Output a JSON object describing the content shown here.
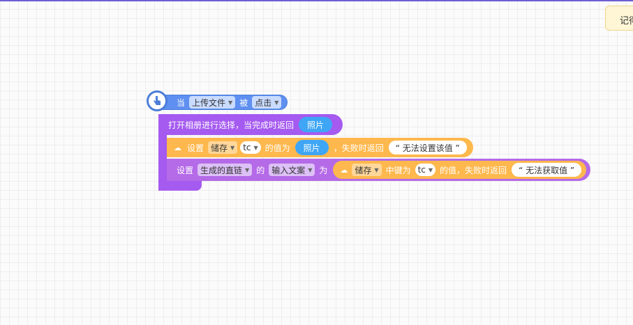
{
  "toast": {
    "text": "记得"
  },
  "hat_block": {
    "prefix": "当",
    "component_dropdown": "上传文件",
    "middle": "被",
    "event_dropdown": "点击"
  },
  "album_block": {
    "text": "打开相册进行选择，当完成时返回",
    "return_var": "照片"
  },
  "storage_set_block": {
    "prefix": "设置",
    "store_dropdown": "储存",
    "key_dropdown": "tc",
    "value_of": "的值为",
    "value_var": "照片",
    "fail_text": "，失败时返回",
    "fail_value": "“ 无法设置该值 ”"
  },
  "set_prop_block": {
    "prefix": "设置",
    "component_dropdown": "生成的直链",
    "of": "的",
    "prop_dropdown": "输入文案",
    "as": "为"
  },
  "storage_get_block": {
    "store_dropdown": "储存",
    "key_label": "中键为",
    "key_dropdown": "tc",
    "value_label": "的值，失败时返回",
    "fail_value": "“ 无法获取值 ”"
  },
  "icons": {
    "hat": "pointer-hand-icon",
    "cloud": "cloud-upload-icon",
    "caret": "chevron-down-icon"
  },
  "colors": {
    "event_blue": "#5f8ff0",
    "purple": "#a55af0",
    "orange": "#ffb84d",
    "var_blue": "#3fa6f5"
  }
}
